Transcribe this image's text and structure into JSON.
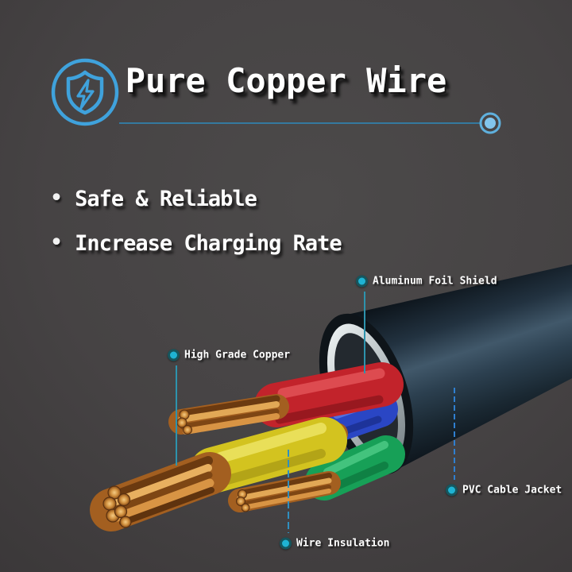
{
  "title": "Pure Copper Wire",
  "bullet_char": "•",
  "features": [
    {
      "text": "Safe & Reliable"
    },
    {
      "text": "Increase Charging Rate"
    }
  ],
  "callouts": [
    {
      "label": "Aluminum Foil Shield"
    },
    {
      "label": "High Grade Copper"
    },
    {
      "label": "PVC Cable Jacket"
    },
    {
      "label": "Wire Insulation"
    }
  ],
  "icons": {
    "badge": "shield-lightning-icon",
    "callout_marker": "teal-dot-icon",
    "divider_end": "ring-dot-icon"
  },
  "colors": {
    "background": "#464344",
    "accent_blue": "#3fa2dc",
    "divider_line": "#34799f",
    "callout_dot": "#1fb3d3",
    "leader_teal": "#2d93ad",
    "leader_blue": "#2f7fd0",
    "text": "#ffffff",
    "cable_jacket": "#22323f",
    "foil_shield": "#bcc5c8",
    "wire_red": "#c2232b",
    "wire_blue": "#2a46c4",
    "wire_green": "#17a057",
    "wire_yellow": "#d3c31f",
    "copper": "#c07a2e"
  }
}
